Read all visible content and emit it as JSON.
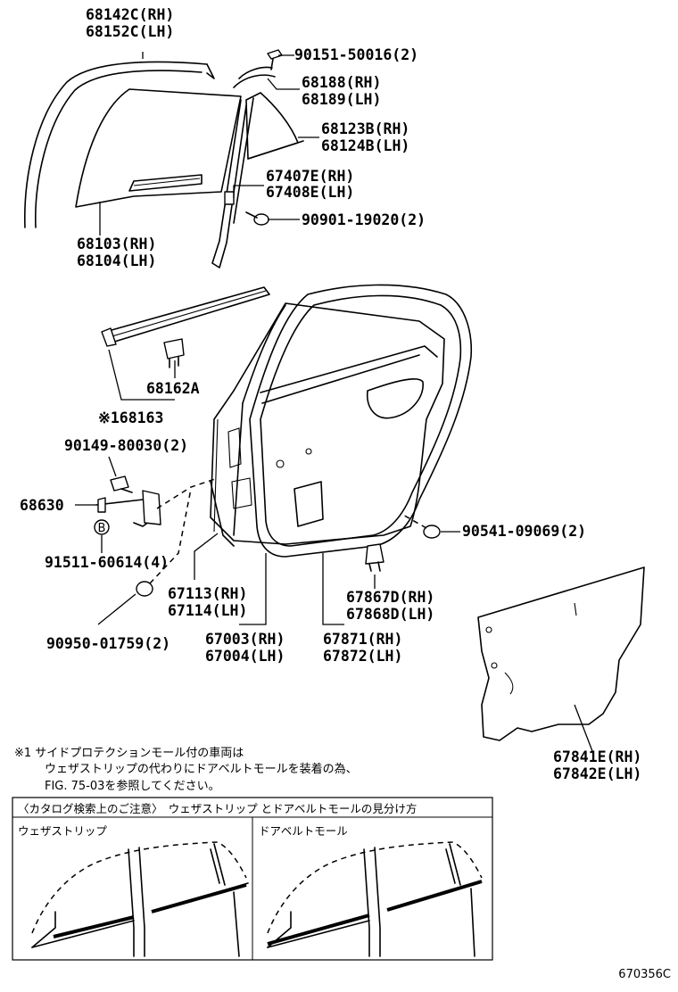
{
  "callouts": {
    "p68142": [
      "68142C(RH)",
      "68152C(LH)"
    ],
    "p90151": [
      "90151-50016(2)"
    ],
    "p68188": [
      "68188(RH)",
      "68189(LH)"
    ],
    "p68123": [
      "68123B(RH)",
      "68124B(LH)"
    ],
    "p67407": [
      "67407E(RH)",
      "67408E(LH)"
    ],
    "p90901": [
      "90901-19020(2)"
    ],
    "p68103": [
      "68103(RH)",
      "68104(LH)"
    ],
    "p68162": [
      "68162A"
    ],
    "p68163": [
      "※168163"
    ],
    "p90149": [
      "90149-80030(2)"
    ],
    "p68630": [
      "68630"
    ],
    "p91511": [
      "91511-60614(4)"
    ],
    "p67113": [
      "67113(RH)",
      "67114(LH)"
    ],
    "p90950": [
      "90950-01759(2)"
    ],
    "p67003": [
      "67003(RH)",
      "67004(LH)"
    ],
    "p67871": [
      "67871(RH)",
      "67872(LH)"
    ],
    "p67867": [
      "67867D(RH)",
      "67868D(LH)"
    ],
    "p90541": [
      "90541-09069(2)"
    ],
    "p67841": [
      "67841E(RH)",
      "67842E(LH)"
    ]
  },
  "bolt_marker": "B",
  "note": {
    "line1": "※1 サイドプロテクションモール付の車両は",
    "line2": "ウェザストリップの代わりにドアベルトモールを装着の為、",
    "line3": "FIG. 75-03を参照してください。"
  },
  "notice_box": {
    "header": "〈カタログ検索上のご注意〉　ウェザストリップ とドアベルトモールの見分け方",
    "left_title": "ウェザストリップ",
    "right_title": "ドアベルトモール"
  },
  "figure_code": "670356C"
}
